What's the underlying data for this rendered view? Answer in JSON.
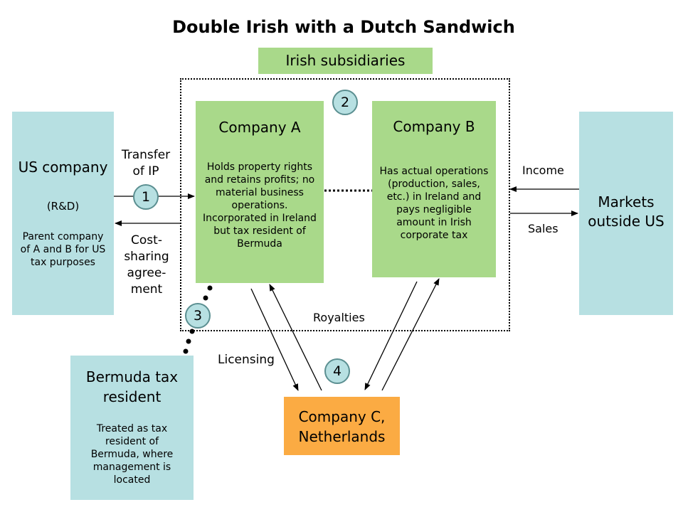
{
  "title": "Double Irish with a Dutch Sandwich",
  "irish_label": "Irish subsidiaries",
  "us_company": {
    "name": "US company",
    "sub": "(R&D)",
    "desc": "Parent company of A and B for US tax purposes"
  },
  "company_a": {
    "name": "Company A",
    "desc": "Holds property rights and retains profits; no material business operations. Incorporated in Ireland but tax resident of Bermuda"
  },
  "company_b": {
    "name": "Company B",
    "desc": "Has actual operations (production, sales, etc.) in Ireland and pays negligible amount in Irish corporate tax"
  },
  "markets": {
    "name": "Markets outside US"
  },
  "bermuda": {
    "name": "Bermuda tax resident",
    "desc": "Treated as tax resident of Bermuda, where management is located"
  },
  "company_c": {
    "name": "Company C, Netherlands"
  },
  "labels": {
    "transfer_ip": "Transfer of IP",
    "cost_sharing": "Cost-sharing agree-ment",
    "income": "Income",
    "sales": "Sales",
    "royalties": "Royalties",
    "licensing": "Licensing"
  },
  "steps": [
    "1",
    "2",
    "3",
    "4"
  ]
}
